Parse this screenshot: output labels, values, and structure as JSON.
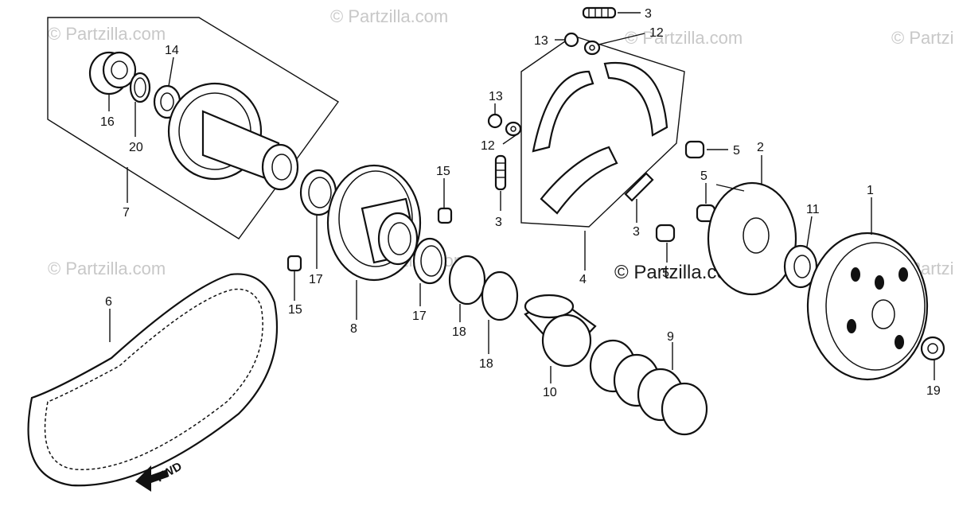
{
  "watermarks": {
    "text": "© Partzilla.com"
  },
  "badge": {
    "text": "© Partzilla.com"
  },
  "fwd_label": "FWD",
  "callouts": {
    "c1": "1",
    "c2": "2",
    "c3a": "3",
    "c3b": "3",
    "c3c": "3",
    "c4": "4",
    "c5a": "5",
    "c5b": "5",
    "c5c": "5",
    "c6": "6",
    "c7": "7",
    "c8": "8",
    "c9": "9",
    "c10": "10",
    "c11": "11",
    "c12a": "12",
    "c12b": "12",
    "c13a": "13",
    "c13b": "13",
    "c14": "14",
    "c15a": "15",
    "c15b": "15",
    "c16": "16",
    "c17a": "17",
    "c17b": "17",
    "c18a": "18",
    "c18b": "18",
    "c19": "19",
    "c20": "20"
  }
}
